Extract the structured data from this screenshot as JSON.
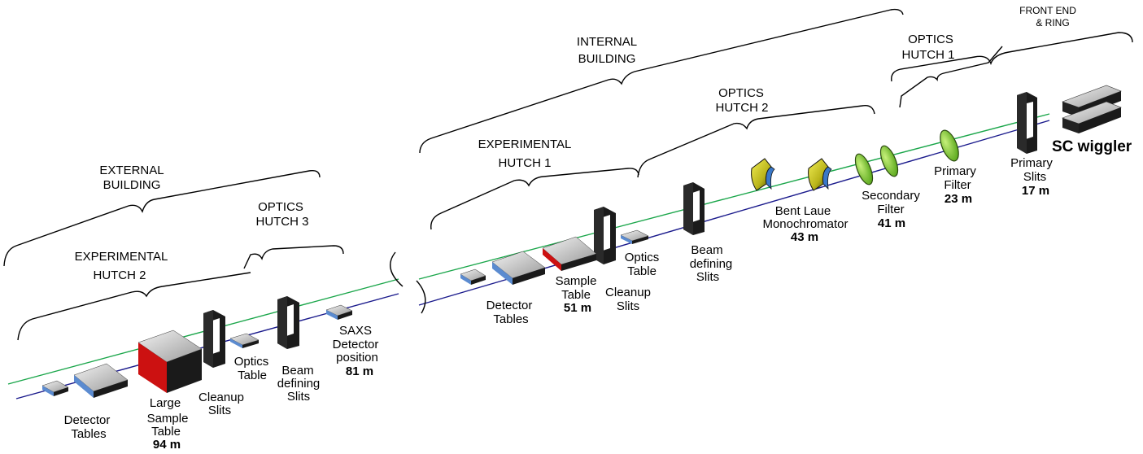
{
  "colors": {
    "beam_green": "#1aa64a",
    "beam_blue": "#1a1a8c",
    "table_top": "#b9b9b9",
    "table_side": "#222222",
    "table_edge_blue": "#5b8bd0",
    "table_edge_red": "#cc1111",
    "filter_green": "#88d43a",
    "mono_yellow": "#d8d420",
    "mono_blue": "#3a78c8"
  },
  "sections": {
    "front_end": [
      "FRONT END",
      "& RING"
    ],
    "optics_hutch_1": [
      "OPTICS",
      "HUTCH 1"
    ],
    "internal_building": [
      "INTERNAL",
      "BUILDING"
    ],
    "optics_hutch_2": [
      "OPTICS",
      "HUTCH 2"
    ],
    "experimental_hutch_1": [
      "EXPERIMENTAL",
      "HUTCH 1"
    ],
    "external_building": [
      "EXTERNAL",
      "BUILDING"
    ],
    "optics_hutch_3": [
      "OPTICS",
      "HUTCH 3"
    ],
    "experimental_hutch_2": [
      "EXPERIMENTAL",
      "HUTCH 2"
    ]
  },
  "components": {
    "sc_wiggler": "SC wiggler",
    "primary_slits": [
      "Primary",
      "Slits",
      "17 m"
    ],
    "primary_filter": [
      "Primary",
      "Filter",
      "23 m"
    ],
    "secondary_filter": [
      "Secondary",
      "Filter",
      "41 m"
    ],
    "bent_laue": [
      "Bent Laue",
      "Monochromator",
      "43 m"
    ],
    "beam_slits_1": [
      "Beam",
      "defining",
      "Slits"
    ],
    "optics_table_1": [
      "Optics",
      "Table"
    ],
    "cleanup_slits_1": [
      "Cleanup",
      "Slits"
    ],
    "sample_table": [
      "Sample",
      "Table",
      "51 m"
    ],
    "detector_tables_1": [
      "Detector",
      "Tables"
    ],
    "saxs_detector": [
      "SAXS",
      "Detector",
      "position",
      "81 m"
    ],
    "beam_slits_2": [
      "Beam",
      "defining",
      "Slits"
    ],
    "optics_table_2": [
      "Optics",
      "Table"
    ],
    "cleanup_slits_2": [
      "Cleanup",
      "Slits"
    ],
    "large_sample_table": [
      "Large",
      "Sample",
      "Table",
      "94 m"
    ],
    "detector_tables_2": [
      "Detector",
      "Tables"
    ]
  }
}
